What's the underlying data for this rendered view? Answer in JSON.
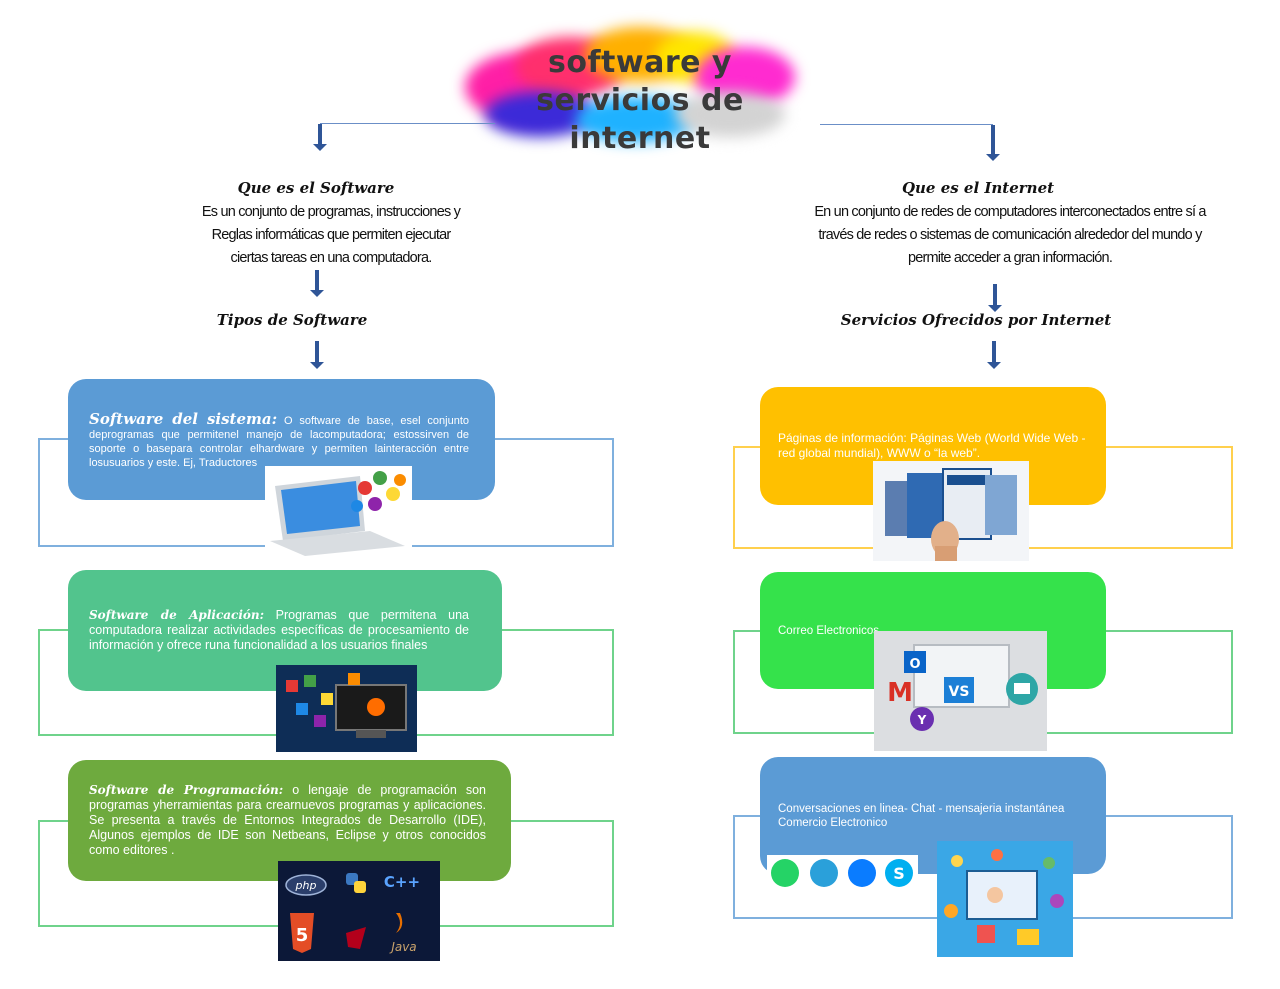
{
  "title": {
    "line1": "software y",
    "line2": "servicios de",
    "line3": "internet"
  },
  "left": {
    "heading": "Que es el Software",
    "description": "Es un conjunto de programas, instrucciones y Reglas informáticas que permiten ejecutar ciertas tareas en una computadora.",
    "types_heading": "Tipos de Software",
    "boxes": [
      {
        "lead": "Software del sistema:",
        "text": "O software de base, esel conjunto deprogramas que permitenel manejo de lacomputadora; estossirven de soporte o basepara controlar elhardware y permiten lainteracción entre losusuarios y este. Ej, Traductores",
        "color": "#5b9bd5",
        "image_icon": "laptop-apps-icon"
      },
      {
        "lead": "Software de Aplicación:",
        "text": "Programas que permitena una computadora realizar actividades específicas de procesamiento de información y ofrece runa funcionalidad a los usuarios finales",
        "color": "#52c48d",
        "image_icon": "monitor-apps-icon"
      },
      {
        "lead": "Software de Programación:",
        "text": "o lengaje de programación son programas yherramientas para crearnuevos programas y aplicaciones. Se presenta a través de Entornos Integrados de Desarrollo (IDE), Algunos ejemplos de IDE son Netbeans, Eclipse y otros conocidos como editores .",
        "color": "#6eaa3e",
        "image_icon": "programming-languages-icon"
      }
    ],
    "lang_logos": [
      "php",
      "C++",
      "5",
      "Java"
    ]
  },
  "right": {
    "heading": "Que es el Internet",
    "description": "En un conjunto de redes de computadores interconectados entre sí a través de redes o sistemas de comunicación alrededor del mundo y permite acceder a gran información.",
    "services_heading": "Servicios Ofrecidos por Internet",
    "boxes": [
      {
        "text": "Páginas de información: Páginas Web (World Wide Web - red global mundial), WWW o “la web”.",
        "color": "#ffc000",
        "image_icon": "web-pages-icon"
      },
      {
        "text": "Correo Electronicos",
        "color": "#35e24b",
        "image_icon": "email-apps-icon"
      },
      {
        "text_line1": "Conversaciones en linea- Chat - mensajeria instantánea",
        "text_line2": "Comercio Electronico",
        "color": "#5b9bd5",
        "image_icon": "chat-ecommerce-icon"
      }
    ],
    "email_logos": [
      "VS",
      "M",
      "Y"
    ]
  },
  "colors": {
    "arrow": "#2f5597",
    "line": "#6b8fc7",
    "frame_blue": "#7fb0de",
    "frame_green": "#6fd38b",
    "frame_yellow": "#ffd04d"
  }
}
